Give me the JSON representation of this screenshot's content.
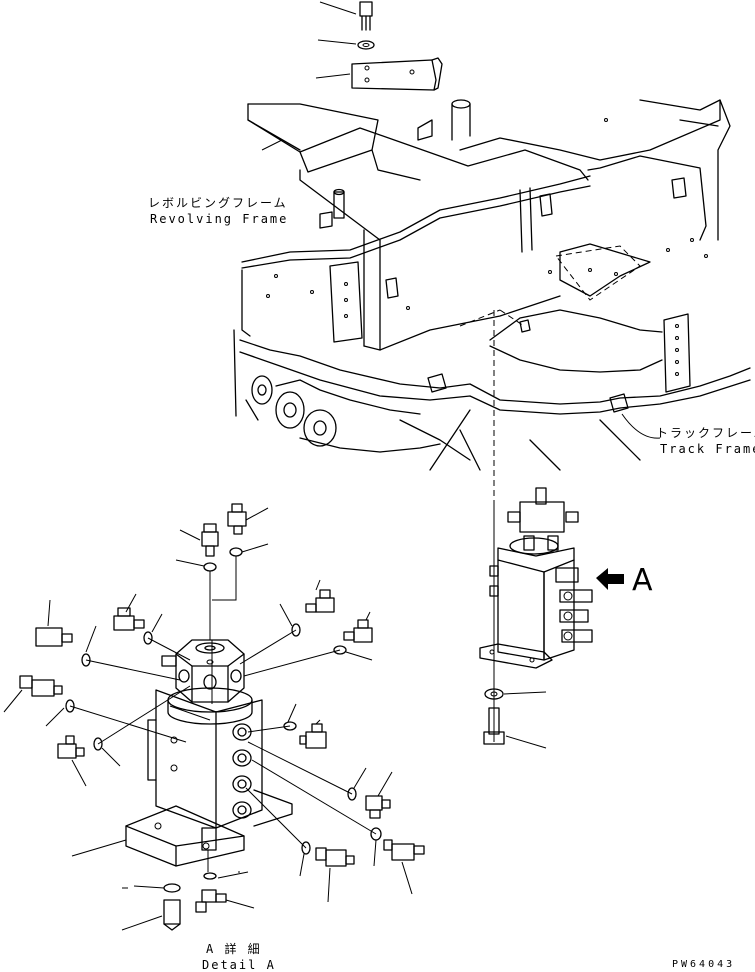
{
  "labels": {
    "revolving_frame_jp": "レボルビングフレーム",
    "revolving_frame_en": "Revolving Frame",
    "track_frame_jp": "トラックフレーム",
    "track_frame_en": "Track Frame",
    "view_marker": "A",
    "detail_jp": "A 詳 細",
    "detail_en": "Detail A",
    "drawing_code": "PW64043"
  }
}
